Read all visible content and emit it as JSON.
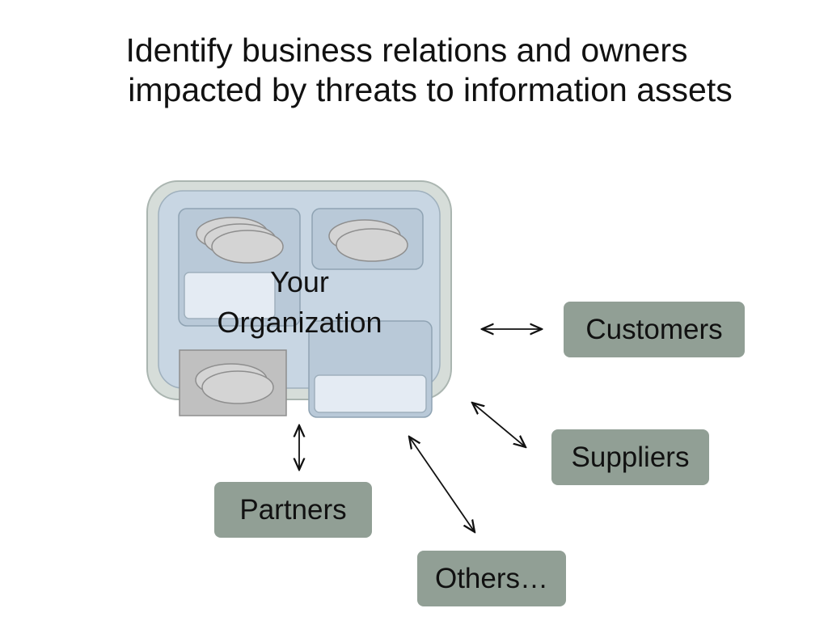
{
  "title": {
    "line1": "Identify business relations and owners",
    "line2": "impacted by threats to information assets"
  },
  "organization": {
    "label_line1": "Your",
    "label_line2": "Organization"
  },
  "stakeholders": {
    "customers": "Customers",
    "suppliers": "Suppliers",
    "partners": "Partners",
    "others": "Others…"
  },
  "colors": {
    "stakeholder_fill": "#919f95",
    "org_outer": "#d6ddd9",
    "org_inner": "#c8d6e3",
    "unit_fill": "#b8c8d8",
    "disk_fill": "#d4d4d4"
  }
}
